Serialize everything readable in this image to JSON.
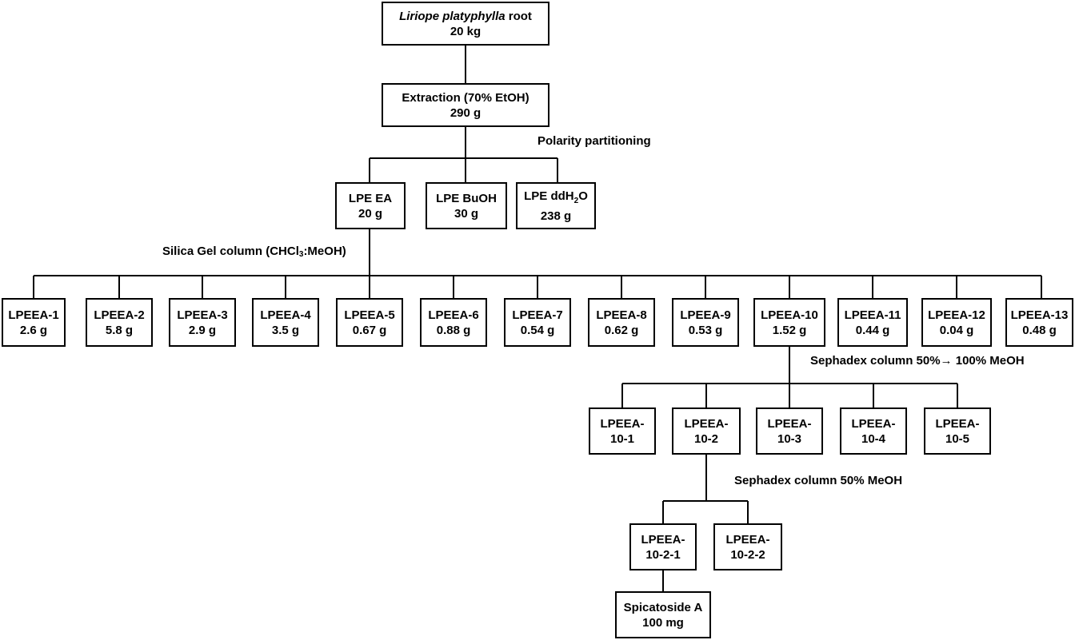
{
  "root": {
    "name_italic": "Liriope platyphylla",
    "name_rest": " root",
    "amount": "20 kg"
  },
  "extraction": {
    "line1": "Extraction (70% EtOH)",
    "line2": "290 g"
  },
  "labels": {
    "polarity": "Polarity partitioning",
    "silica_prefix": "Silica Gel column (CHCl",
    "silica_sub": "3",
    "silica_suffix": ":MeOH)",
    "sephadex1": "Sephadex column 50%→ 100% MeOH",
    "sephadex2": "Sephadex column 50% MeOH"
  },
  "partitions": {
    "ea": {
      "line1": "LPE EA",
      "line2": "20 g"
    },
    "buoh": {
      "line1": "LPE BuOH",
      "line2": "30 g"
    },
    "water": {
      "line1_prefix": "LPE ddH",
      "line1_sub": "2",
      "line1_suffix": "O",
      "line2": "238 g"
    }
  },
  "fractions": [
    {
      "name": "LPEEA-1",
      "amount": "2.6 g"
    },
    {
      "name": "LPEEA-2",
      "amount": "5.8 g"
    },
    {
      "name": "LPEEA-3",
      "amount": "2.9 g"
    },
    {
      "name": "LPEEA-4",
      "amount": "3.5 g"
    },
    {
      "name": "LPEEA-5",
      "amount": "0.67 g"
    },
    {
      "name": "LPEEA-6",
      "amount": "0.88 g"
    },
    {
      "name": "LPEEA-7",
      "amount": "0.54 g"
    },
    {
      "name": "LPEEA-8",
      "amount": "0.62 g"
    },
    {
      "name": "LPEEA-9",
      "amount": "0.53 g"
    },
    {
      "name": "LPEEA-10",
      "amount": "1.52 g"
    },
    {
      "name": "LPEEA-11",
      "amount": "0.44 g"
    },
    {
      "name": "LPEEA-12",
      "amount": "0.04 g"
    },
    {
      "name": "LPEEA-13",
      "amount": "0.48 g"
    }
  ],
  "subfractions": [
    {
      "line1": "LPEEA-",
      "line2": "10-1"
    },
    {
      "line1": "LPEEA-",
      "line2": "10-2"
    },
    {
      "line1": "LPEEA-",
      "line2": "10-3"
    },
    {
      "line1": "LPEEA-",
      "line2": "10-4"
    },
    {
      "line1": "LPEEA-",
      "line2": "10-5"
    }
  ],
  "subsubfractions": [
    {
      "line1": "LPEEA-",
      "line2": "10-2-1"
    },
    {
      "line1": "LPEEA-",
      "line2": "10-2-2"
    }
  ],
  "final": {
    "line1": "Spicatoside A",
    "line2": "100 mg"
  }
}
